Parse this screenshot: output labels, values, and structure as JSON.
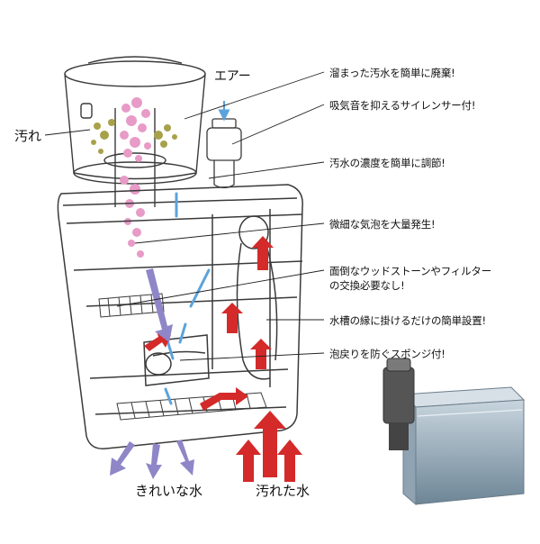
{
  "labels": {
    "air": "エアー",
    "dirt": "汚れ",
    "clean_water": "きれいな水",
    "dirty_water": "汚れた水"
  },
  "callouts": [
    "溜まった汚水を簡単に廃棄!",
    "吸気音を抑えるサイレンサー付!",
    "汚水の濃度を簡単に調節!",
    "微細な気泡を大量発生!",
    "面倒なウッドストーンやフィルター",
    "の交換必要なし!",
    "水槽の縁に掛けるだけの簡単設置!",
    "泡戻りを防ぐスポンジ付!"
  ],
  "colors": {
    "outline": "#3a3a3a",
    "clean_arrow": "#8f86c8",
    "dirty_arrow": "#d42a2a",
    "air_arrow": "#5aa3dc",
    "foam_pink": "#e79bc6",
    "dirt_olive": "#a7a24a",
    "tank_glass": "#7f97aa"
  }
}
